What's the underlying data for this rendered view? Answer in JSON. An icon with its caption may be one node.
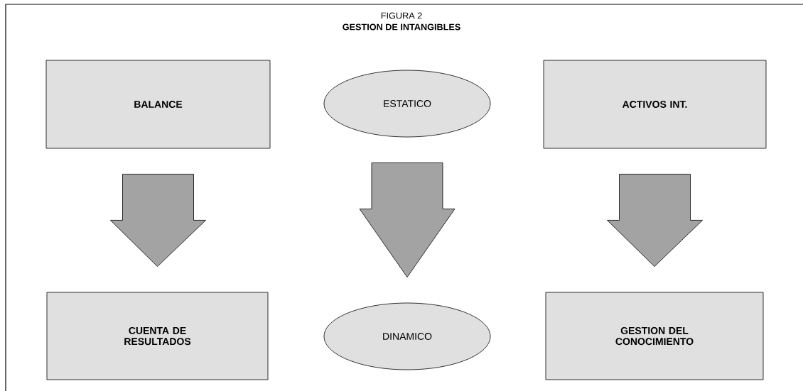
{
  "diagram": {
    "title": "GESTION DE INTANGIBLES",
    "nodes": [
      {
        "text": [
          "BALANCE"
        ]
      },
      {
        "text": [
          "ESTATICO"
        ]
      },
      {
        "text": [
          "ACTIVOS INT."
        ]
      },
      {
        "text": [
          "CUENTA DE RESULTADOS"
        ]
      },
      {
        "text": [
          "DINAMICO"
        ]
      },
      {
        "text": [
          "GESTION DEL CONOCIMIENTO"
        ]
      }
    ],
    "edges": [
      {
        "from": 0,
        "to": 3,
        "arrow": "to"
      },
      {
        "from": 1,
        "to": 4,
        "arrow": "to"
      },
      {
        "from": 2,
        "to": 5,
        "arrow": "to"
      }
    ],
    "labels": [
      "FIGURA 2"
    ]
  }
}
